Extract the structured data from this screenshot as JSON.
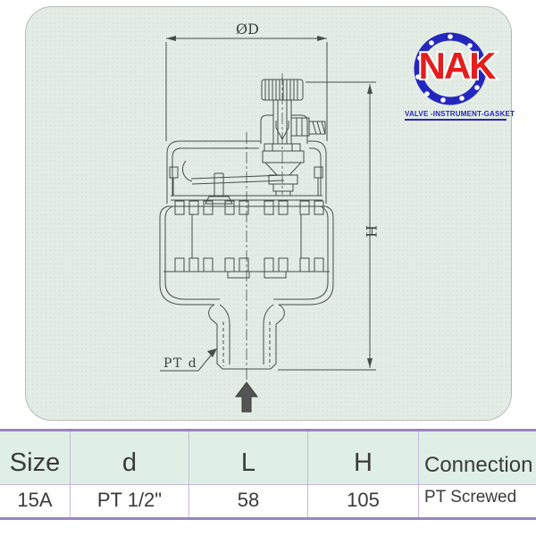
{
  "diagram_panel": {
    "background": "#e4ede5",
    "border_color": "#b3bcb4",
    "line_color": "#454f47",
    "labels": {
      "diameter": "ØD",
      "height": "H",
      "thread_size": "PT d"
    }
  },
  "logo": {
    "name": "NAK",
    "tagline": "VALVE -INSTRUMENT-GASKET",
    "ring_color": "#2427be",
    "name_color": "#e41d1d",
    "tagline_color": "#2427be"
  },
  "spec_table": {
    "heavy_border_color": "#9b84bc",
    "grid_color": "#c7b7da",
    "header_background": "#e0efe5",
    "headers": [
      "Size",
      "d",
      "L",
      "H",
      "Connection"
    ],
    "row": [
      "15A",
      "PT 1/2\"",
      "58",
      "105",
      "PT Screwed"
    ]
  }
}
